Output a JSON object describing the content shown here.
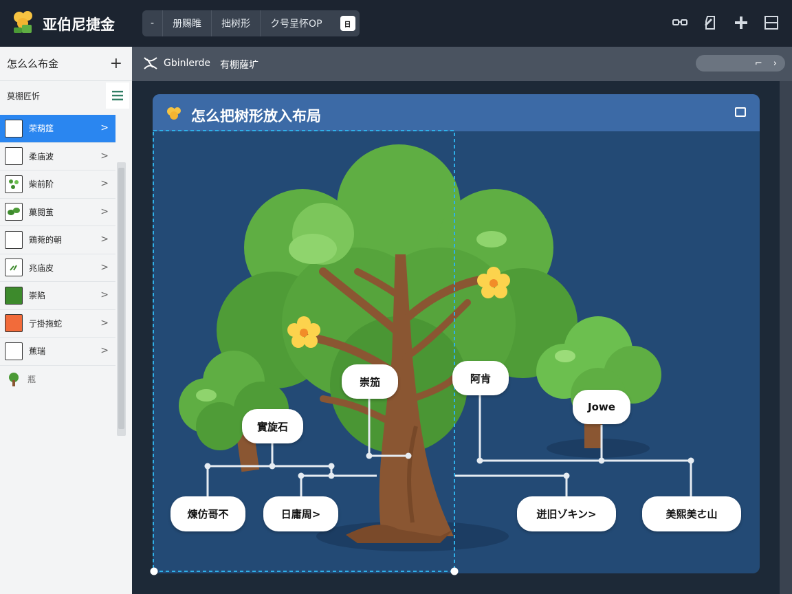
{
  "app": {
    "title": "亚伯尼捷金"
  },
  "toolbar": {
    "items": [
      "-",
      "册赐睢",
      "拙树形",
      "ク号呈怀OP"
    ],
    "calendar_glyph": "日"
  },
  "sidebar": {
    "title": "怎么么布金",
    "subtitle": "莫棚匠忻",
    "items": [
      {
        "label": "荣葫筵",
        "active": true,
        "icon": "blank-square-icon"
      },
      {
        "label": "柔庙波",
        "active": false,
        "icon": "blank-square-icon"
      },
      {
        "label": "柴前阶",
        "active": false,
        "icon": "leaf-pattern-icon"
      },
      {
        "label": "菓閱茧",
        "active": false,
        "icon": "plant-icon"
      },
      {
        "label": "鶏菀的朝",
        "active": false,
        "icon": "blank-square-icon"
      },
      {
        "label": "兆庙皮",
        "active": false,
        "icon": "sprout-icon"
      },
      {
        "label": "崇陷",
        "active": false,
        "icon": "green-square-icon"
      },
      {
        "label": "亍掛拖蛇",
        "active": false,
        "icon": "orange-square-icon"
      },
      {
        "label": "蕉瑞",
        "active": false,
        "icon": "blank-square-icon"
      }
    ],
    "last_label": "瓶"
  },
  "content_header": {
    "name": "Gbinlerde",
    "label": "有棚薩圹"
  },
  "panel": {
    "title": "怎么把树形放入布局"
  },
  "nodes": {
    "n1": "崇笳",
    "n2": "阿肯",
    "n3": "Jowe",
    "n4": "實旋石",
    "n5": "煉仿哥不",
    "n6": "日庸周>",
    "n7": "迸旧ゾキン>",
    "n8": "美熙美ㄜ山"
  },
  "colors": {
    "accent_blue": "#2a86f0",
    "panel_blue": "#234a75",
    "panel_header": "#3c6aa6",
    "tree_green": "#5fae43",
    "trunk_brown": "#8a5632"
  }
}
